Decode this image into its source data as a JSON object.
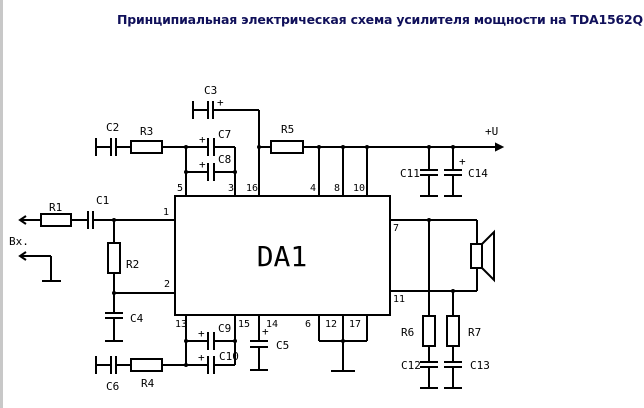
{
  "title": "Принципиальная электрическая схема усилителя мощности на TDA1562Q.",
  "ic": {
    "name": "DA1"
  },
  "pins": {
    "p1": "1",
    "p2": "2",
    "p3": "3",
    "p4": "4",
    "p5": "5",
    "p6": "6",
    "p7": "7",
    "p8": "8",
    "p10": "10",
    "p11": "11",
    "p12": "12",
    "p13": "13",
    "p14": "14",
    "p15": "15",
    "p16": "16",
    "p17": "17"
  },
  "components": {
    "R1": "R1",
    "R2": "R2",
    "R3": "R3",
    "R4": "R4",
    "R5": "R5",
    "R6": "R6",
    "R7": "R7",
    "C1": "C1",
    "C2": "C2",
    "C3": "C3",
    "C4": "C4",
    "C5": "C5",
    "C6": "C6",
    "C7": "C7",
    "C8": "C8",
    "C9": "C9",
    "C10": "C10",
    "C11": "C11",
    "C12": "C12",
    "C13": "C13",
    "C14": "C14"
  },
  "labels": {
    "input": "Вх.",
    "supply": "+U",
    "plus": "+"
  }
}
